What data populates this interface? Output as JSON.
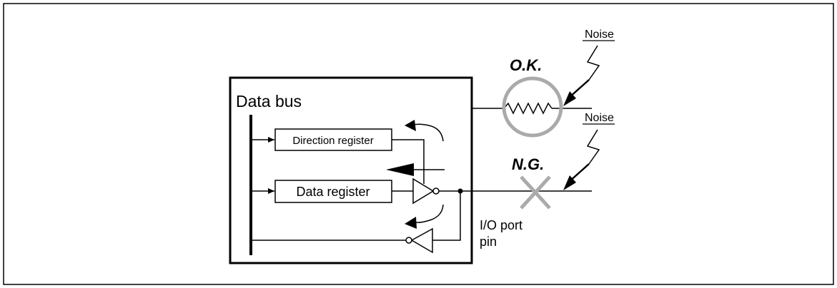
{
  "labels": {
    "data_bus": "Data bus",
    "direction_register": "Direction register",
    "data_register": "Data register",
    "io_port_line1": "I/O port",
    "io_port_line2": "pin",
    "ok": "O.K.",
    "ng": "N.G.",
    "noise_top": "Noise",
    "noise_bottom": "Noise"
  },
  "colors": {
    "line": "#000000",
    "highlight": "#aaaaaa"
  },
  "icons": {
    "ok_marker": "circle-icon",
    "ng_marker": "cross-icon",
    "noise_marker": "lightning-arrow-icon"
  }
}
